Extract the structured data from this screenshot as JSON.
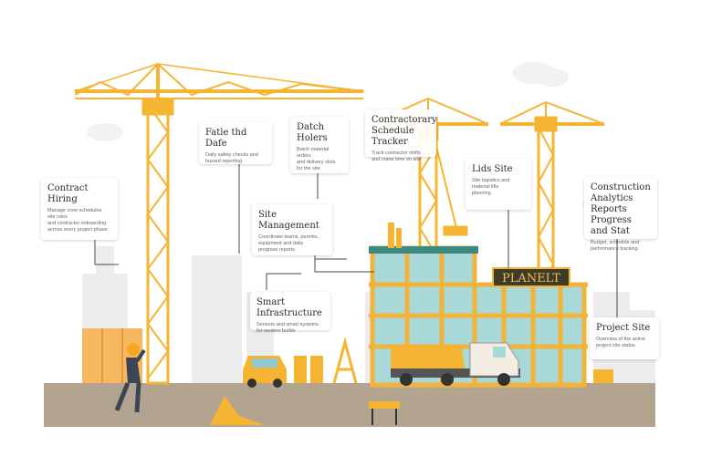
{
  "callouts": {
    "c1": {
      "title": "Contract Hiring",
      "body": "Manage crew schedules, site roles\nand contractor onboarding\nacross every project phase"
    },
    "c2": {
      "title": "Fatle thd Dafe",
      "body": "Daily safety checks and\nhazard reporting"
    },
    "c3": {
      "title": "Datch\nHolers",
      "body": "Batch material orders\nand delivery slots\nfor the site"
    },
    "c4": {
      "title": "Contractorary\nSchedule Tracker",
      "body": "Track contractor shifts\nand crane time on site"
    },
    "c5": {
      "title": "Site Management",
      "body": "Coordinate teams, permits,\nequipment and daily\nprogress reports"
    },
    "c6": {
      "title": "Lids Site",
      "body": "Site logistics and\nmaterial lifts\nplanning"
    },
    "c7": {
      "title": "Construction\nAnalytics Reports\nProgress and Stat",
      "body": "Budget, schedule and\nperformance tracking"
    },
    "c8": {
      "title": "Smart Infrastructure",
      "body": "Sensors and smart systems\nfor modern builds"
    },
    "c9": {
      "title": "Project Site",
      "body": "Overview of the active\nproject site status"
    }
  },
  "sign": {
    "text": "PLANELT"
  },
  "colors": {
    "crane": "#f5b431",
    "glass": "#a9d8d8",
    "frame": "#f2b33a",
    "ground": "#b3a48f",
    "skyline": "#ebebeb",
    "truck": "#f5b431",
    "worker": "#3a4555",
    "helmet": "#f5a623",
    "line": "#3f4a5a"
  }
}
